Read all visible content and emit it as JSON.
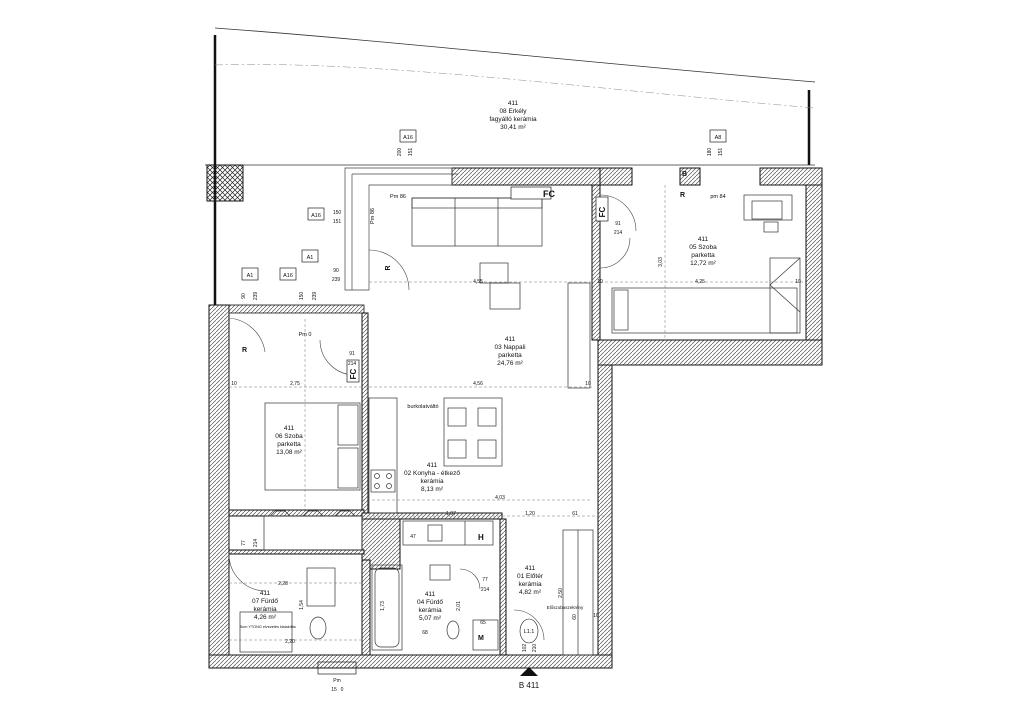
{
  "rooms": {
    "balcony": {
      "apt": "411",
      "name": "08 Erkély",
      "floor": "fagyálló kerámia",
      "area": "30,41 m²"
    },
    "living": {
      "apt": "411",
      "name": "03 Nappali",
      "floor": "parketta",
      "area": "24,76 m²"
    },
    "room05": {
      "apt": "411",
      "name": "05 Szoba",
      "floor": "parketta",
      "area": "12,72 m²"
    },
    "room06": {
      "apt": "411",
      "name": "06 Szoba",
      "floor": "parketta",
      "area": "13,08 m²"
    },
    "kitchen": {
      "apt": "411",
      "name": "02 Konyha - étkező",
      "floor": "kerámia",
      "area": "8,13 m²"
    },
    "bath07": {
      "apt": "411",
      "name": "07 Fürdő",
      "floor": "kerámia",
      "area": "4,26 m²"
    },
    "bath04": {
      "apt": "411",
      "name": "04 Fürdő",
      "floor": "kerámia",
      "area": "5,07 m²"
    },
    "hall": {
      "apt": "411",
      "name": "01 Előtér",
      "floor": "kerámia",
      "area": "4,82 m²"
    }
  },
  "tags": {
    "a16_1": "A16",
    "a8": "A8",
    "a16_2": "A16",
    "a1_1": "A1",
    "a16_3": "A16",
    "a1_2": "A1",
    "fc1": "FC",
    "fc2": "FC",
    "fc3": "FC",
    "r1": "R",
    "r2": "R",
    "r3": "R",
    "r4": "R",
    "pm86": "Pm 86",
    "pm84": "pm 84",
    "pm0": "Pm 0",
    "pm86v": "Pm 86",
    "b_label": "B",
    "h_label": "H",
    "m_label": "M",
    "section": "B 411",
    "burkolat": "burkolatváltó",
    "szekreny": "Előszobaszekrény",
    "ytong": "5cm YTONG\nelvezetés kialakítás",
    "l11": "L1.1"
  },
  "dims": {
    "d200": "200",
    "d151": "151",
    "d180": "180",
    "d151b": "151",
    "d150": "150",
    "d151c": "151",
    "d90": "90",
    "d239": "239",
    "d90b": "90",
    "d239b": "239",
    "d150b": "150",
    "d239c": "239",
    "d91": "91",
    "d214": "214",
    "d91b": "91",
    "d214b": "214",
    "d91c": "91",
    "d214c": "214",
    "d275": "2,75",
    "d456": "4,56",
    "d455": "4,55",
    "d425": "4,25",
    "d303": "3,03",
    "d10a": "10",
    "d10b": "10",
    "d10c": "10",
    "d10d": "10",
    "d197": "1,97",
    "d120": "1,20",
    "d61": "61",
    "d403": "4,03",
    "d77a": "77",
    "d214d": "214",
    "d77b": "77",
    "d214e": "214",
    "d228": "2,28",
    "d220": "2,20",
    "d154": "1,54",
    "d173": "1,73",
    "d201": "2,01",
    "d250": "2,50",
    "d60": "60",
    "d68": "68",
    "d65": "65",
    "d10e": "10",
    "d47": "47",
    "d102": "102",
    "d210": "210",
    "dpm": "Pm",
    "d15b": "15",
    "d0": "0"
  },
  "colors": {
    "wall": "#1a1a1a",
    "hatch": "#555555",
    "line": "#333333",
    "dashed": "#777777"
  }
}
